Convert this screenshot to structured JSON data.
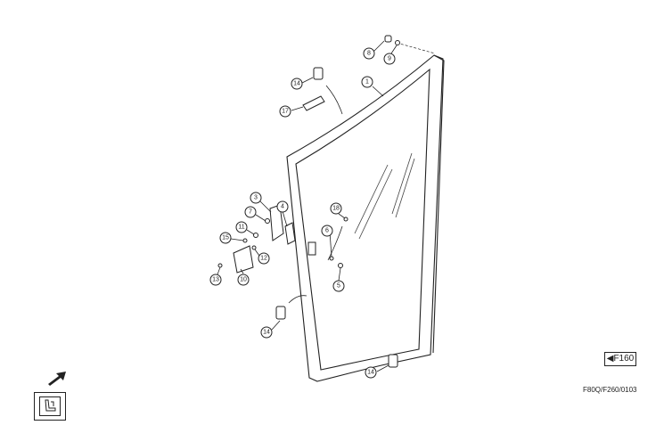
{
  "callouts": [
    {
      "id": "c1",
      "label": "1"
    },
    {
      "id": "c3",
      "label": "3"
    },
    {
      "id": "c4",
      "label": "4"
    },
    {
      "id": "c5",
      "label": "5"
    },
    {
      "id": "c6",
      "label": "6"
    },
    {
      "id": "c7",
      "label": "7"
    },
    {
      "id": "c8",
      "label": "8"
    },
    {
      "id": "c9",
      "label": "9"
    },
    {
      "id": "c10",
      "label": "10"
    },
    {
      "id": "c11",
      "label": "11"
    },
    {
      "id": "c12",
      "label": "12"
    },
    {
      "id": "c13",
      "label": "13"
    },
    {
      "id": "c14a",
      "label": "14"
    },
    {
      "id": "c14b",
      "label": "14"
    },
    {
      "id": "c14c",
      "label": "14"
    },
    {
      "id": "c15",
      "label": "15"
    },
    {
      "id": "c17",
      "label": "17"
    },
    {
      "id": "c18",
      "label": "18"
    }
  ],
  "figure_ref": "F160",
  "drawing_code": "F80Q/F260/0103",
  "nav_icon": "seat-icon",
  "nav_arrow_icon": "arrow-up-right-icon"
}
